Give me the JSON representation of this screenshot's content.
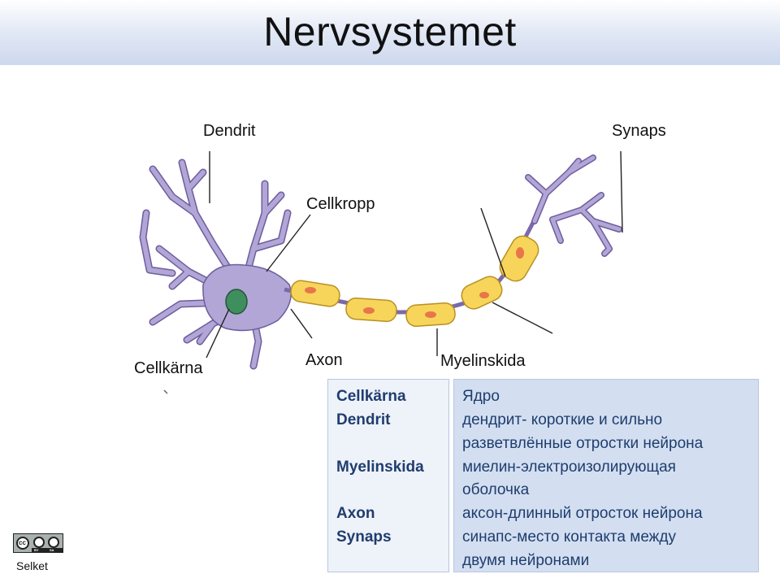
{
  "slide": {
    "title": "Nervsystemet",
    "author": "Selket"
  },
  "labels": {
    "dendrit": "Dendrit",
    "synaps": "Synaps",
    "cellkropp": "Cellkropp",
    "cellkarna": "Cellkärna",
    "axon": "Axon",
    "myelinskida": "Myelinskida"
  },
  "terms": [
    "Cellkärna",
    "Dendrit",
    "Myelinskida",
    "Axon",
    "Synaps"
  ],
  "descriptions": [
    "Ядро",
    "дендрит- короткие и сильно",
    "разветвлённые отростки нейрона",
    "миелин-электроизолирующая",
    "оболочка",
    "аксон-длинный отросток нейрона",
    "синапс-место контакта между",
    "двумя нейронами"
  ],
  "license": {
    "cc": "cc",
    "by": "BY",
    "sa": "SA"
  },
  "colors": {
    "neuron": "#b2a6d6",
    "neuron_outline": "#6d5d9e",
    "myelin": "#f7d55b",
    "myelin_outline": "#b89022",
    "myelin_spot": "#e8764a",
    "nucleus": "#3f8e5e",
    "text_blue": "#1f3d6e"
  }
}
